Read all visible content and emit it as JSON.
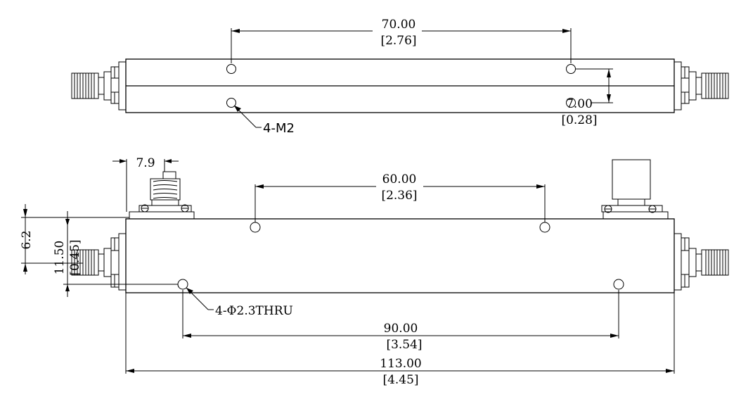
{
  "top_view": {
    "dim_hole_spacing": "70.00",
    "dim_hole_spacing_in": "[2.76]",
    "dim_hole_offset": "7.00",
    "dim_hole_offset_in": "[0.28]",
    "thread_callout": "4-M2"
  },
  "front_view": {
    "dim_connector_width": "7.9",
    "dim_top_hole_spacing": "60.00",
    "dim_top_hole_spacing_in": "[2.36]",
    "dim_left_a": "6.2",
    "dim_left_b": "11.50",
    "dim_left_b_in": "[0.45]",
    "hole_callout": "4-Φ2.3THRU",
    "dim_bottom_hole_spacing": "90.00",
    "dim_bottom_hole_spacing_in": "[3.54]",
    "dim_overall_length": "113.00",
    "dim_overall_length_in": "[4.45]"
  }
}
